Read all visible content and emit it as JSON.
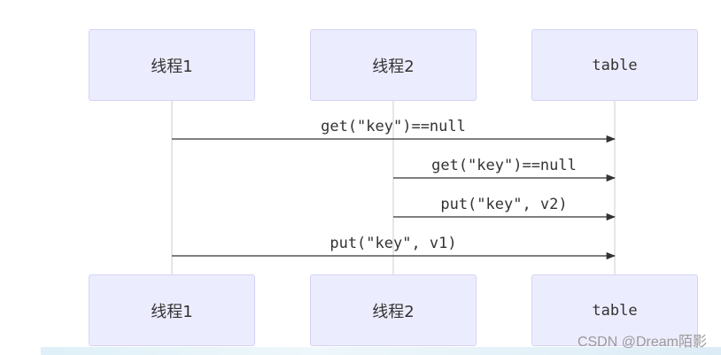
{
  "participants": [
    {
      "id": "t1",
      "label": "线程1"
    },
    {
      "id": "t2",
      "label": "线程2"
    },
    {
      "id": "table",
      "label": "table"
    }
  ],
  "messages": [
    {
      "from": "t1",
      "to": "table",
      "label": "get(\"key\")==null"
    },
    {
      "from": "t2",
      "to": "table",
      "label": "get(\"key\")==null"
    },
    {
      "from": "t2",
      "to": "table",
      "label": "put(\"key\", v2)"
    },
    {
      "from": "t1",
      "to": "table",
      "label": "put(\"key\", v1)"
    }
  ],
  "watermark": "CSDN @Dream陌影",
  "colors": {
    "participant_fill": "#ececff",
    "participant_border": "#d4d4f4",
    "lifeline": "#cccccc",
    "arrow": "#333333"
  }
}
